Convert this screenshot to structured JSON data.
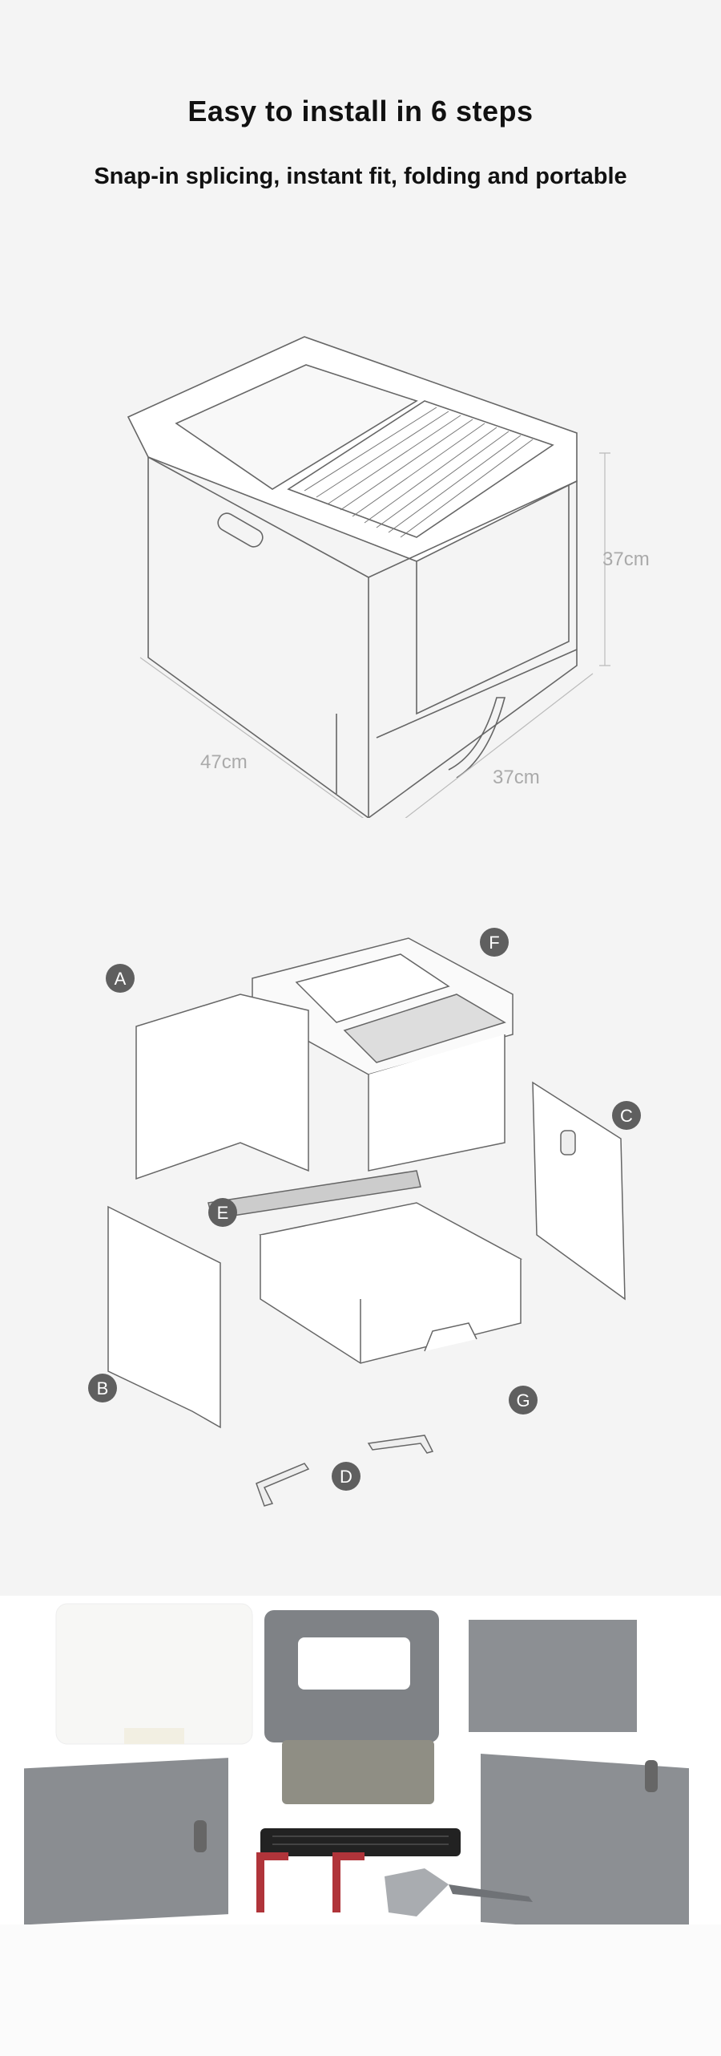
{
  "header": {
    "title": "Easy to install in 6 steps",
    "subtitle": "Snap-in splicing, instant fit, folding and portable"
  },
  "dimensions": {
    "height": "37cm",
    "length": "47cm",
    "width": "37cm"
  },
  "parts": {
    "labels": [
      "A",
      "B",
      "C",
      "D",
      "E",
      "F",
      "G"
    ]
  },
  "colors": {
    "background": "#f4f4f4",
    "label_circle": "#5f5f5f",
    "panel_gray": "#8a8d91",
    "bracket_red": "#b0343a"
  }
}
